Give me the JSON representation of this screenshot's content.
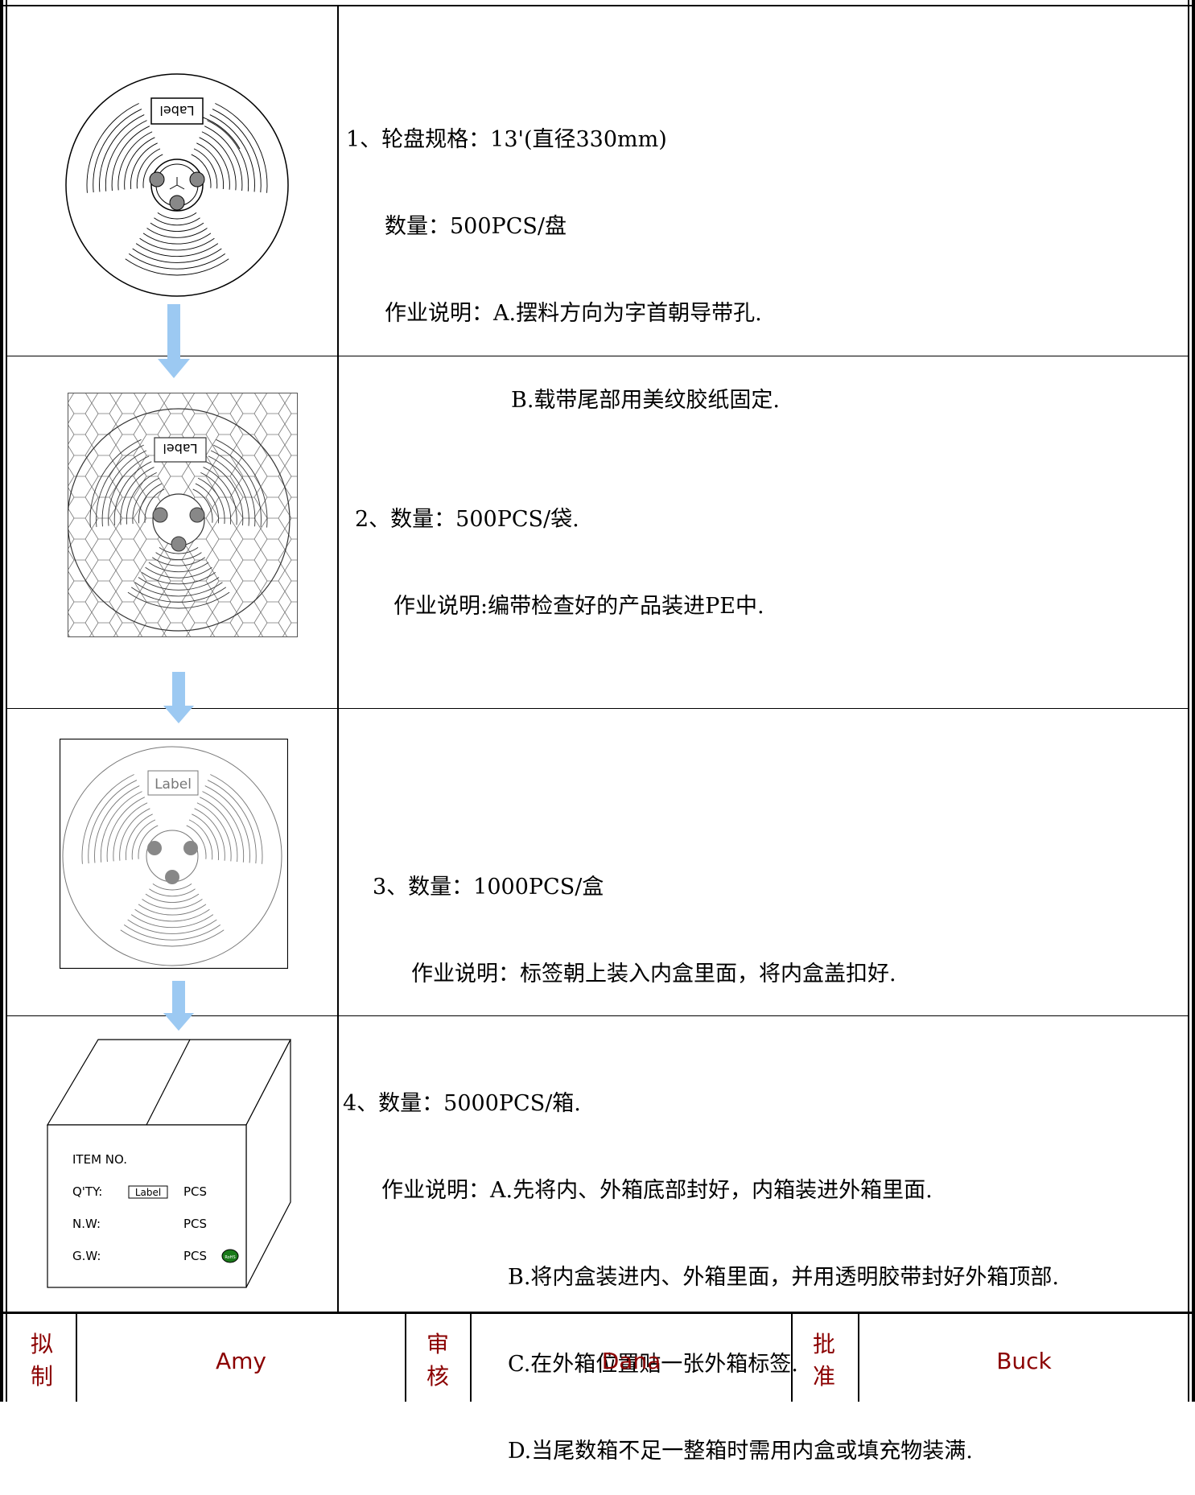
{
  "steps": [
    {
      "lines": [
        "1、轮盘规格：13'(直径330mm)",
        "数量：500PCS/盘",
        "作业说明：A.摆料方向为字首朝导带孔.",
        "B.载带尾部用美纹胶纸固定."
      ],
      "reel_label": "Label"
    },
    {
      "lines": [
        "2、数量：500PCS/袋.",
        "作业说明:编带检查好的产品装进PE中."
      ],
      "reel_label": "Label"
    },
    {
      "lines": [
        "3、数量：1000PCS/盒",
        "作业说明：标签朝上装入内盒里面，将内盒盖扣好."
      ],
      "reel_label": "Label"
    },
    {
      "lines": [
        "4、数量：5000PCS/箱.",
        "作业说明：A.先将内、外箱底部封好，内箱装进外箱里面.",
        "B.将内盒装进内、外箱里面，并用透明胶带封好外箱顶部.",
        "C.在外箱位置贴一张外箱标签.",
        "D.当尾数箱不足一整箱时需用内盒或填充物装满."
      ],
      "box_label": {
        "item_no": "ITEM NO.",
        "qty": "Q'TY:",
        "qty_tag": "Label",
        "nw": "N.W:",
        "gw": "G.W:",
        "pcs": "PCS",
        "badge": "RoHS"
      }
    }
  ],
  "signatures": {
    "draft_label": "拟制",
    "draft_name": "Amy",
    "review_label": "审核",
    "review_name": "Dana",
    "approve_label": "批准",
    "approve_name": "Buck"
  },
  "colors": {
    "arrow": "#9cc9f2",
    "signature_text": "#8b0000",
    "badge": "#1a7a1a"
  }
}
